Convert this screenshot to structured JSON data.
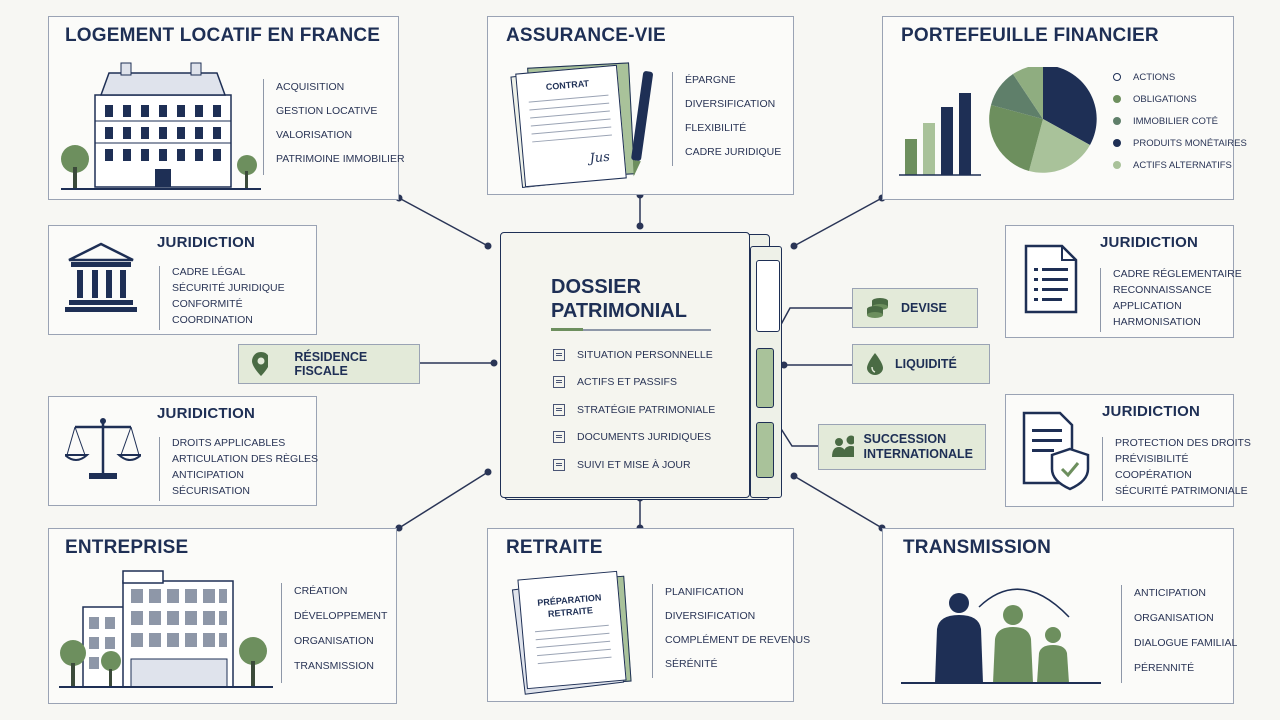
{
  "center": {
    "title_line1": "DOSSIER",
    "title_line2": "PATRIMONIAL",
    "items": [
      "SITUATION PERSONNELLE",
      "ACTIFS ET PASSIFS",
      "STRATÉGIE PATRIMONIALE",
      "DOCUMENTS JURIDIQUES",
      "SUIVI ET MISE À JOUR"
    ]
  },
  "logement": {
    "title": "LOGEMENT LOCATIF EN FRANCE",
    "items": [
      "ACQUISITION",
      "GESTION LOCATIVE",
      "VALORISATION",
      "PATRIMOINE IMMOBILIER"
    ]
  },
  "assurance": {
    "title": "ASSURANCE-VIE",
    "contract_label": "CONTRAT",
    "signature": "Jus",
    "items": [
      "ÉPARGNE",
      "DIVERSIFICATION",
      "FLEXIBILITÉ",
      "CADRE JURIDIQUE"
    ]
  },
  "portefeuille": {
    "title": "PORTEFEUILLE FINANCIER",
    "legend": [
      {
        "label": "ACTIONS",
        "color": "#ffffff"
      },
      {
        "label": "OBLIGATIONS",
        "color": "#6d8f5e"
      },
      {
        "label": "IMMOBILIER COTÉ",
        "color": "#5f7f6a"
      },
      {
        "label": "PRODUITS MONÉTAIRES",
        "color": "#1e2f55"
      },
      {
        "label": "ACTIFS ALTERNATIFS",
        "color": "#a9c29a"
      }
    ]
  },
  "jur_left_1": {
    "title": "JURIDICTION",
    "items": [
      "CADRE LÉGAL",
      "SÉCURITÉ JURIDIQUE",
      "CONFORMITÉ",
      "COORDINATION"
    ]
  },
  "jur_left_2": {
    "title": "JURIDICTION",
    "items": [
      "DROITS APPLICABLES",
      "ARTICULATION DES RÈGLES",
      "ANTICIPATION",
      "SÉCURISATION"
    ]
  },
  "jur_right_1": {
    "title": "JURIDICTION",
    "items": [
      "CADRE RÉGLEMENTAIRE",
      "RECONNAISSANCE",
      "APPLICATION",
      "HARMONISATION"
    ]
  },
  "jur_right_2": {
    "title": "JURIDICTION",
    "items": [
      "PROTECTION DES DROITS",
      "PRÉVISIBILITÉ",
      "COOPÉRATION",
      "SÉCURITÉ PATRIMONIALE"
    ]
  },
  "residence": {
    "label": "RÉSIDENCE FISCALE"
  },
  "devise": {
    "label": "DEVISE"
  },
  "liquidite": {
    "label": "LIQUIDITÉ"
  },
  "succession": {
    "line1": "SUCCESSION",
    "line2": "INTERNATIONALE"
  },
  "entreprise": {
    "title": "ENTREPRISE",
    "items": [
      "CRÉATION",
      "DÉVELOPPEMENT",
      "ORGANISATION",
      "TRANSMISSION"
    ]
  },
  "retraite": {
    "title": "RETRAITE",
    "doc_line1": "PRÉPARATION",
    "doc_line2": "RETRAITE",
    "items": [
      "PLANIFICATION",
      "DIVERSIFICATION",
      "COMPLÉMENT DE REVENUS",
      "SÉRÉNITÉ"
    ]
  },
  "transmission": {
    "title": "TRANSMISSION",
    "items": [
      "ANTICIPATION",
      "ORGANISATION",
      "DIALOGUE FAMILIAL",
      "PÉRENNITÉ"
    ]
  },
  "colors": {
    "navy": "#1e2f55",
    "green": "#6d8f5e",
    "light_green": "#a9c29a",
    "pill_bg": "#e3ead9"
  }
}
